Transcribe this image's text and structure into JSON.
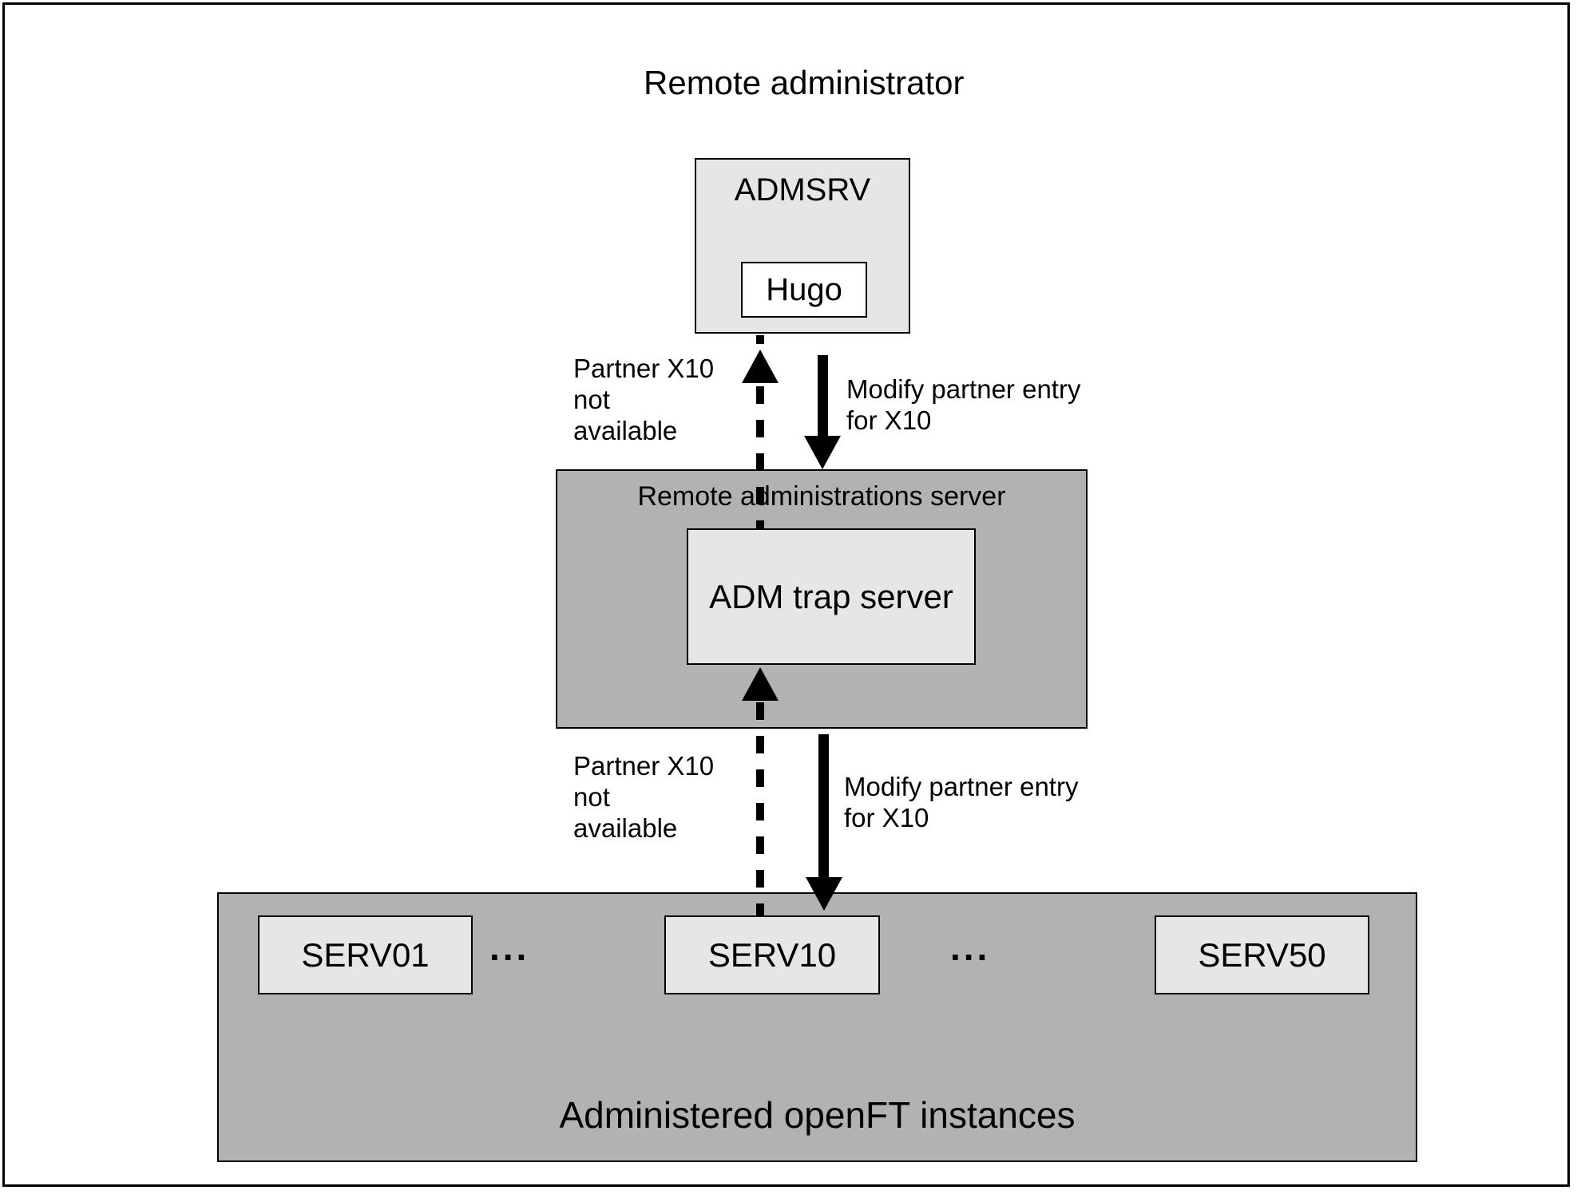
{
  "colors": {
    "medium_gray": "#b2b2b2",
    "light_gray": "#e6e6e6",
    "white": "#ffffff",
    "line": "#000000"
  },
  "title": {
    "text": "Remote administrator"
  },
  "admsrv": {
    "label": "ADMSRV",
    "user": "Hugo"
  },
  "ras": {
    "label": "Remote administrations server",
    "trap": "ADM trap server"
  },
  "flow_up": {
    "line1": "Partner X10",
    "line2": "not",
    "line3": "available"
  },
  "flow_down": {
    "line1": "Modify partner entry",
    "line2": "for X10"
  },
  "instances": {
    "label": "Administered openFT instances",
    "servers": [
      "SERV01",
      "SERV10",
      "SERV50"
    ],
    "ellipsis": "..."
  }
}
